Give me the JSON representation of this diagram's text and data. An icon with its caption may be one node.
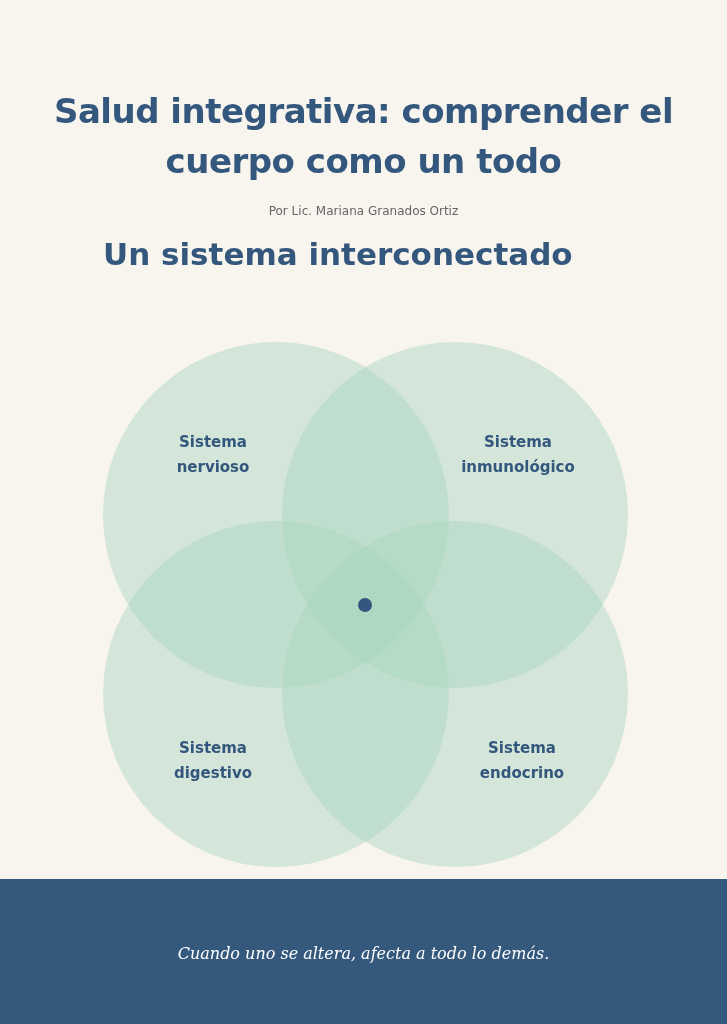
{
  "diagram": {
    "title": "Salud integrativa: comprender el cuerpo como un todo",
    "caption": "Cuando uno se altera, afecta a todo lo demás.",
    "nodes": [
      {
        "text": [
          "Sistema nervioso"
        ]
      },
      {
        "text": [
          "Sistema inmunológico"
        ]
      },
      {
        "text": [
          "Sistema digestivo"
        ]
      },
      {
        "text": [
          "Sistema endocrino"
        ]
      }
    ],
    "edges": [],
    "labels": [
      "Por Lic. Mariana Granados Ortiz",
      "Un sistema interconectado"
    ]
  }
}
